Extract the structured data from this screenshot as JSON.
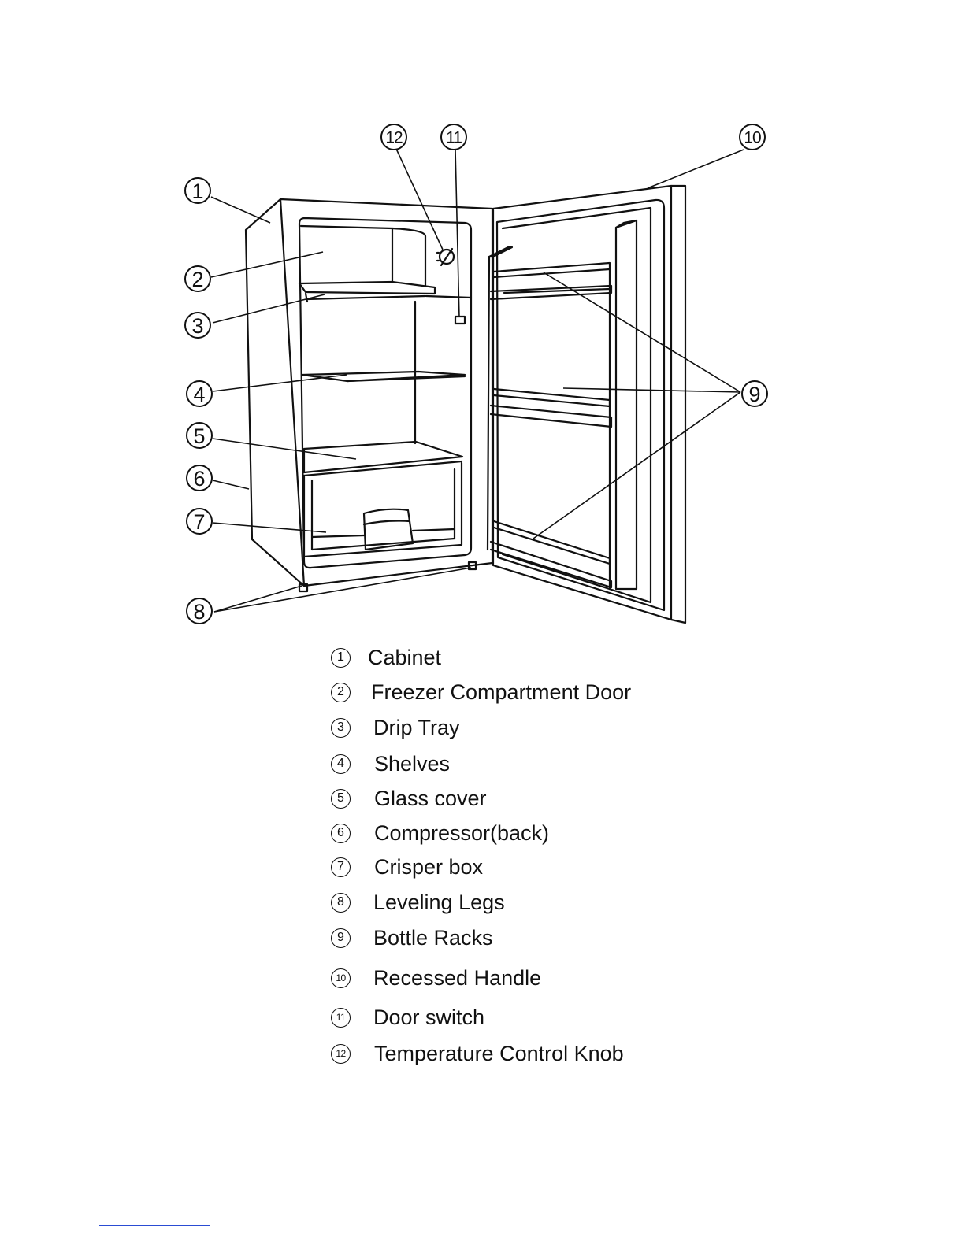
{
  "callouts": [
    "1",
    "2",
    "3",
    "4",
    "5",
    "6",
    "7",
    "8",
    "9",
    "10",
    "11",
    "12"
  ],
  "legend": [
    {
      "num": "1",
      "label": "Cabinet"
    },
    {
      "num": "2",
      "label": "Freezer Compartment Door"
    },
    {
      "num": "3",
      "label": "Drip Tray"
    },
    {
      "num": "4",
      "label": "Shelves"
    },
    {
      "num": "5",
      "label": "Glass cover"
    },
    {
      "num": "6",
      "label": "Compressor(back)"
    },
    {
      "num": "7",
      "label": "Crisper box"
    },
    {
      "num": "8",
      "label": "Leveling Legs"
    },
    {
      "num": "9",
      "label": "Bottle Racks"
    },
    {
      "num": "10",
      "label": "Recessed Handle"
    },
    {
      "num": "11",
      "label": "Door switch"
    },
    {
      "num": "12",
      "label": "Temperature Control Knob"
    }
  ],
  "colors": {
    "line": "#111111",
    "footer_link": "#2a4cd3"
  }
}
